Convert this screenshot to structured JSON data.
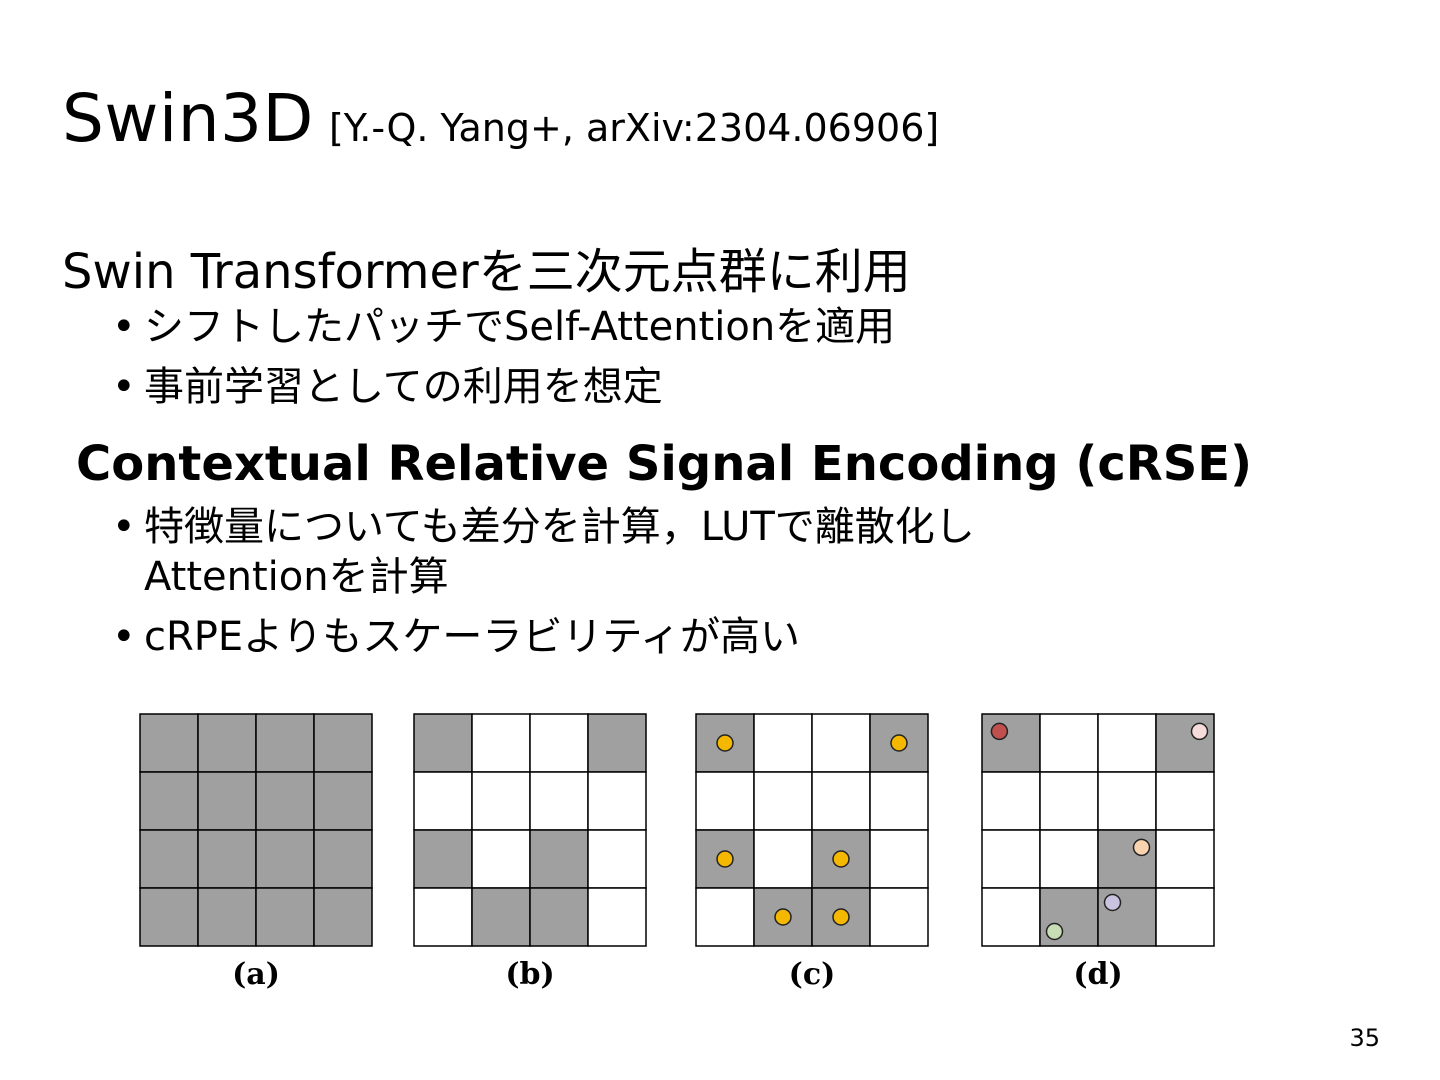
{
  "slide": {
    "title": "Swin3D",
    "citation": "[Y.-Q. Yang+, arXiv:2304.06906]",
    "heading1": "Swin Transformerを三次元点群に利用",
    "bullets1": [
      "シフトしたパッチでSelf-Attentionを適用",
      "事前学習としての利用を想定"
    ],
    "heading2": "Contextual Relative Signal Encoding (cRSE)",
    "bullets2": [
      {
        "line1": "特徴量についても差分を計算，LUTで離散化し",
        "line2": "Attentionを計算"
      },
      {
        "line1": "cRPEよりもスケーラビリティが高い",
        "line2": ""
      }
    ],
    "page_number": "35"
  },
  "figure": {
    "cell_color": "#a0a0a0",
    "panels": [
      {
        "label": "(a)",
        "filled": [
          [
            0,
            0
          ],
          [
            0,
            1
          ],
          [
            0,
            2
          ],
          [
            0,
            3
          ],
          [
            1,
            0
          ],
          [
            1,
            1
          ],
          [
            1,
            2
          ],
          [
            1,
            3
          ],
          [
            2,
            0
          ],
          [
            2,
            1
          ],
          [
            2,
            2
          ],
          [
            2,
            3
          ],
          [
            3,
            0
          ],
          [
            3,
            1
          ],
          [
            3,
            2
          ],
          [
            3,
            3
          ]
        ],
        "points": []
      },
      {
        "label": "(b)",
        "filled": [
          [
            0,
            0
          ],
          [
            0,
            3
          ],
          [
            2,
            0
          ],
          [
            2,
            2
          ],
          [
            3,
            1
          ],
          [
            3,
            2
          ]
        ],
        "points": []
      },
      {
        "label": "(c)",
        "filled": [
          [
            0,
            0
          ],
          [
            0,
            3
          ],
          [
            2,
            0
          ],
          [
            2,
            2
          ],
          [
            3,
            1
          ],
          [
            3,
            2
          ]
        ],
        "points": [
          {
            "row": 0,
            "col": 0,
            "color": "#f5b800"
          },
          {
            "row": 0,
            "col": 3,
            "color": "#f5b800"
          },
          {
            "row": 2,
            "col": 0,
            "color": "#f5b800"
          },
          {
            "row": 2,
            "col": 2,
            "color": "#f5b800"
          },
          {
            "row": 3,
            "col": 1,
            "color": "#f5b800"
          },
          {
            "row": 3,
            "col": 2,
            "color": "#f5b800"
          }
        ]
      },
      {
        "label": "(d)",
        "filled": [
          [
            0,
            0
          ],
          [
            0,
            3
          ],
          [
            2,
            2
          ],
          [
            3,
            1
          ],
          [
            3,
            2
          ]
        ],
        "points": [
          {
            "row": 0,
            "col": 0,
            "color": "#c0504d",
            "fx": 0.3,
            "fy": 0.3
          },
          {
            "row": 0,
            "col": 3,
            "color": "#f5dcd8",
            "fx": 0.75,
            "fy": 0.3
          },
          {
            "row": 2,
            "col": 2,
            "color": "#f8d3b0",
            "fx": 0.75,
            "fy": 0.3
          },
          {
            "row": 3,
            "col": 2,
            "color": "#c9c3e0",
            "fx": 0.25,
            "fy": 0.25
          },
          {
            "row": 3,
            "col": 1,
            "color": "#c6ddb5",
            "fx": 0.25,
            "fy": 0.75
          }
        ]
      }
    ]
  }
}
